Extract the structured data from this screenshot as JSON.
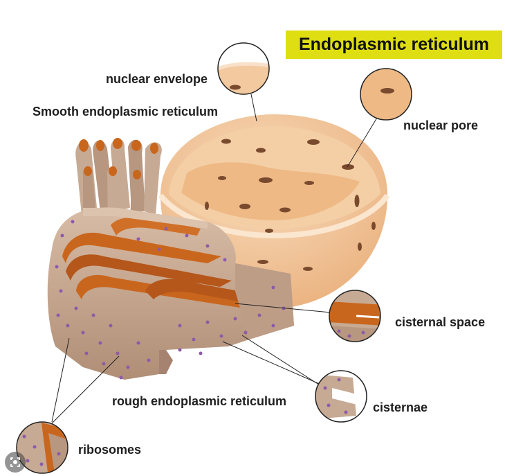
{
  "title": "Endoplasmic reticulum",
  "labels": {
    "nuclear_envelope": "nuclear envelope",
    "smooth_er": "Smooth endoplasmic reticulum",
    "nuclear_pore": "nuclear pore",
    "cisternal_space": "cisternal space",
    "rough_er": "rough endoplasmic reticulum",
    "cisternae": "cisternae",
    "ribosomes": "ribosomes"
  },
  "colors": {
    "title_highlight": "#dede12",
    "nucleus": "#f2c69a",
    "membrane": "#c9a78d",
    "lumen": "#c9661d",
    "ribosome": "#8e5aa8"
  },
  "icons": {
    "lens": "google-lens-icon"
  }
}
